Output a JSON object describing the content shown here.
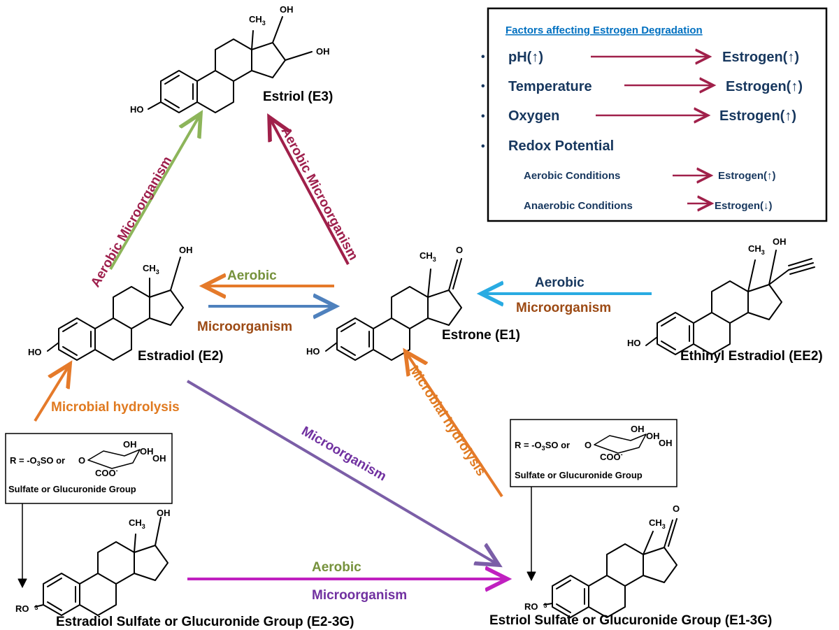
{
  "factors": {
    "title": "Factors affecting  Estrogen  Degradation",
    "items": [
      {
        "factor": "pH(↑)",
        "effect": "Estrogen(↑)"
      },
      {
        "factor": "Temperature",
        "effect": "Estrogen(↑)"
      },
      {
        "factor": "Oxygen",
        "effect": "Estrogen(↑)"
      },
      {
        "factor": "Redox Potential",
        "effect": ""
      }
    ],
    "subitems": [
      {
        "condition": "Aerobic  Conditions",
        "effect": "Estrogen(↑)"
      },
      {
        "condition": "Anaerobic  Conditions",
        "effect": "Estrogen(↓)"
      }
    ],
    "bullet": "•"
  },
  "compounds": {
    "e3": "Estriol (E3)",
    "e2": "Estradiol (E2)",
    "e1": "Estrone (E1)",
    "ee2": "Ethinyl Estradiol (EE2)",
    "e2_3g": "Estradiol Sulfate or Glucuronide Group (E2-3G)",
    "e1_3g": "Estriol Sulfate or Glucuronide Group (E1-3G)"
  },
  "atoms": {
    "oh": "OH",
    "ho": "HO",
    "ch3": "CH",
    "sub3": "3",
    "o": "O",
    "ro": "RO",
    "ro_sup": "3"
  },
  "groupbox": {
    "r_eq": "R = ",
    "sulfate": "-O",
    "sulfate_sub": "3",
    "sulfate_tail": "SO  or",
    "coo": "COO",
    "coo_sup": "-",
    "caption": "Sulfate or Glucuronide Group"
  },
  "arrows": {
    "e2_e3": "Aerobic Microorganism",
    "e1_e3": "Aerobic Microorganism",
    "e1_e2_top": "Aerobic",
    "e2_e1_bottom": "Microorganism",
    "ee2_e1_top": "Aerobic",
    "ee2_e1_bottom": "Microorganism",
    "e2_hydrolysis": "Microbial hydrolysis",
    "e1_hydrolysis": "Microbial hydrolysis",
    "e2_e1g": "Microorganism",
    "e2g_e1g_top": "Aerobic",
    "e2g_e1g_bottom": "Microorganism"
  },
  "colors": {
    "maroon": "#a0204a",
    "green": "#8db55a",
    "orange": "#e57a2a",
    "blue": "#4f81bd",
    "skyblue": "#29abe2",
    "purple": "#7b5ea7",
    "magenta": "#c020c0",
    "labelOrange": "#e07a20",
    "labelBrown": "#9c4a14",
    "labelNavy": "#17375e",
    "labelGreen": "#76923c",
    "labelPurple": "#7030a0",
    "labelMaroon": "#9e1f4c"
  }
}
